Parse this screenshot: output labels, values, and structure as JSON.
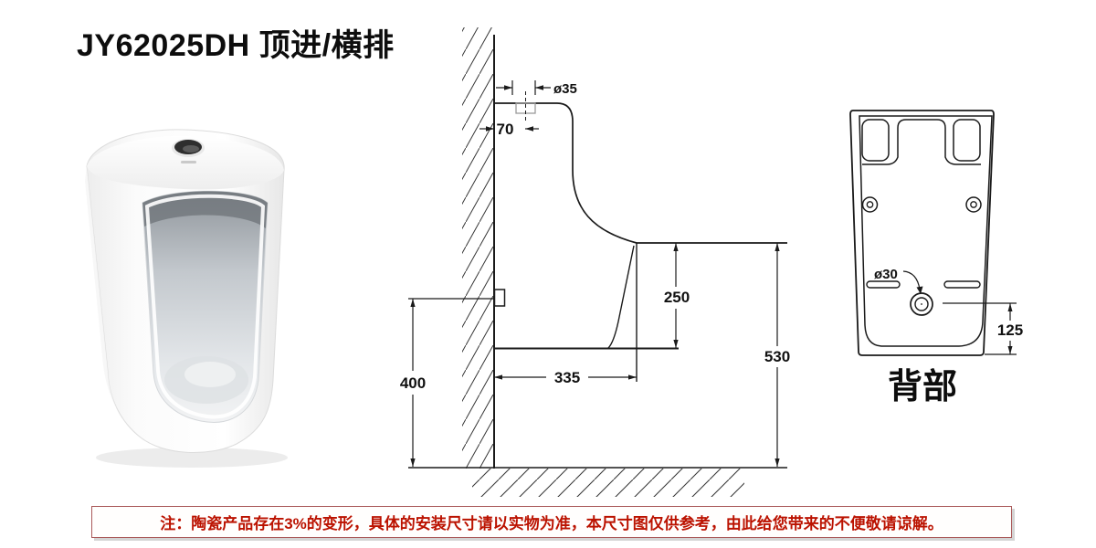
{
  "title": "JY62025DH 顶进/横排",
  "note": {
    "text": "注：陶瓷产品存在3%的变形，具体的安装尺寸请以实物为准，本尺寸图仅供参考，由此给您带来的不便敬请谅解。"
  },
  "side_view": {
    "dims": {
      "inlet_diameter": "ø35",
      "inlet_offset_from_wall": "70",
      "rim_to_shelf_height": "250",
      "total_rim_height": "530",
      "outlet_height": "400",
      "body_depth": "335"
    }
  },
  "back_view": {
    "label": "背部",
    "dims": {
      "drain_diameter": "ø30",
      "drain_height": "125"
    }
  },
  "colors": {
    "line": "#1a1a1a",
    "note_red": "#bb1200",
    "note_border": "#aa5a5a"
  }
}
